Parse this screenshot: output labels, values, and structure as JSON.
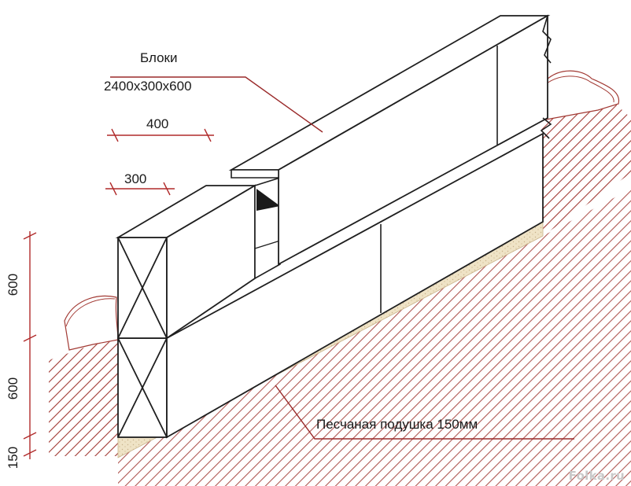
{
  "labels": {
    "blocks": "Блоки",
    "block_size": "2400x300x600",
    "dim_400": "400",
    "dim_300": "300",
    "dim_600_top": "600",
    "dim_600_bottom": "600",
    "dim_150": "150",
    "sand_cushion": "Песчаная подушка 150мм"
  },
  "watermark": "Folka.ru",
  "colors": {
    "line": "#1f1f1f",
    "leader": "#9a2a2a",
    "dimension": "#b02a2a",
    "soil_hatch": "#a23a34",
    "sand": "#efe3c6",
    "sand_dots": "#c8b28a",
    "block_fill": "#ffffff"
  }
}
